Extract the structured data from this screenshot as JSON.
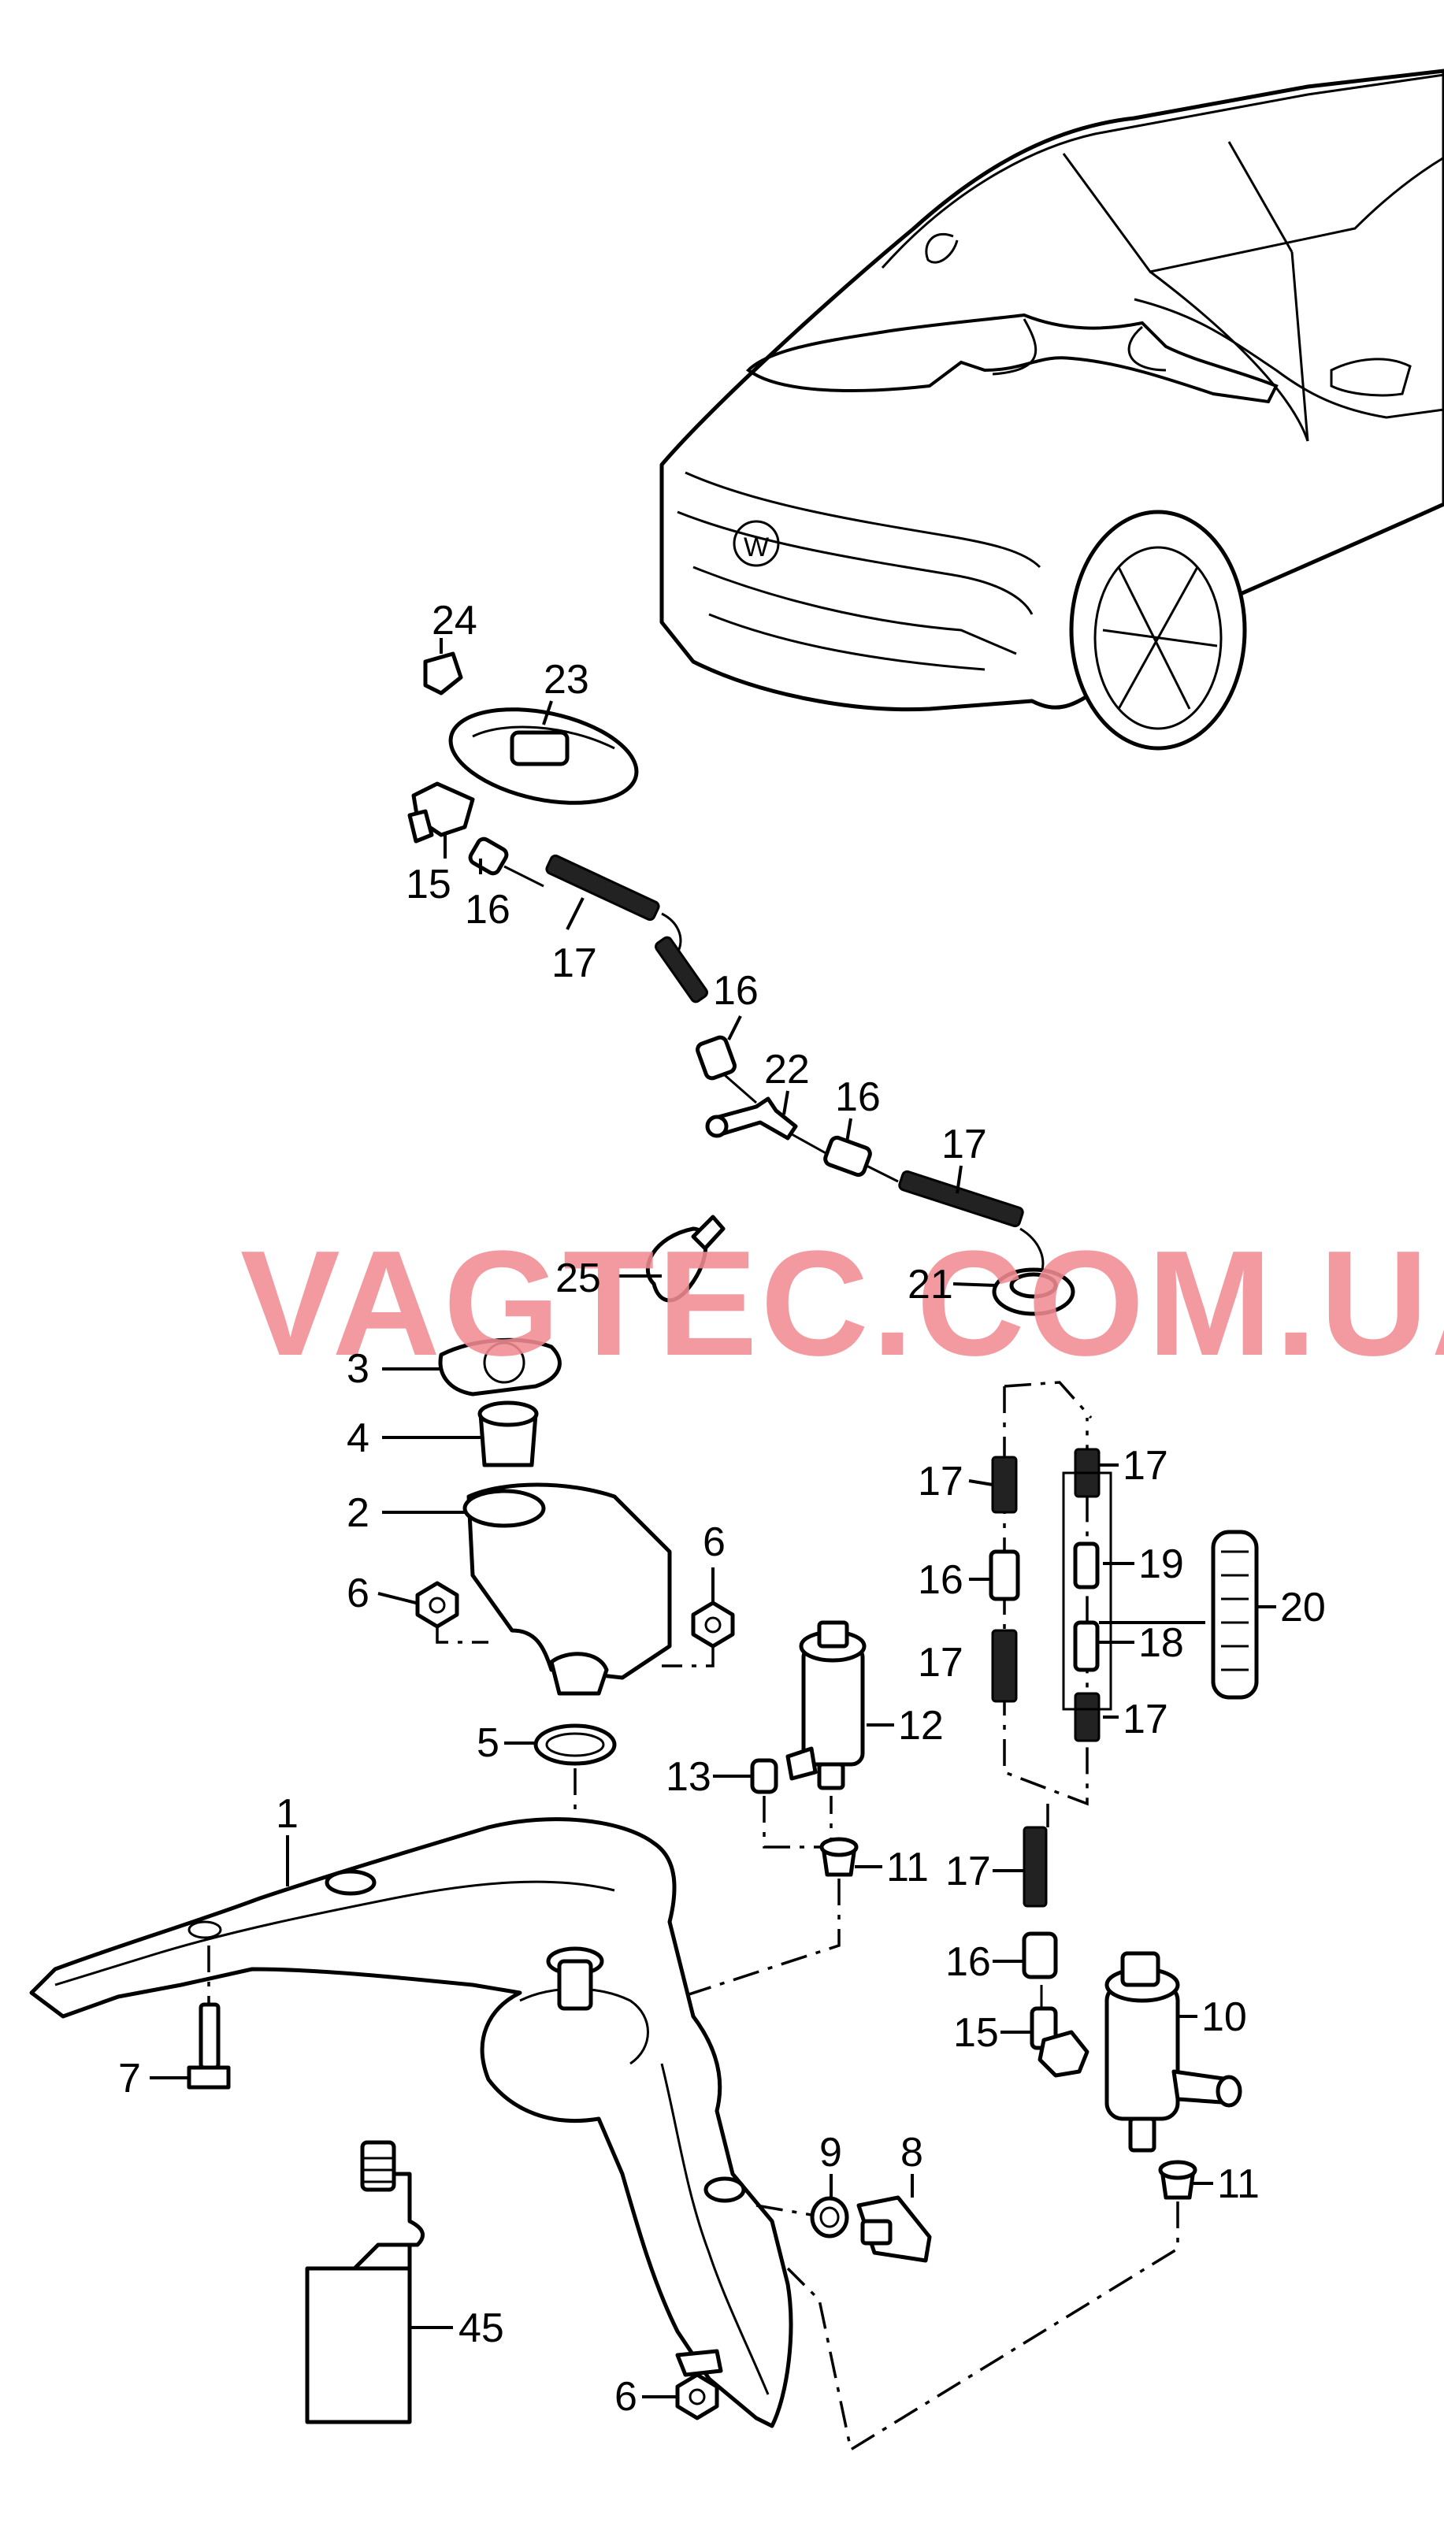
{
  "watermark": "VAGTEC.COM.UA",
  "labels": [
    {
      "id": "l24",
      "text": "24"
    },
    {
      "id": "l23",
      "text": "23"
    },
    {
      "id": "l15a",
      "text": "15"
    },
    {
      "id": "l16a",
      "text": "16"
    },
    {
      "id": "l17a",
      "text": "17"
    },
    {
      "id": "l16b",
      "text": "16"
    },
    {
      "id": "l22",
      "text": "22"
    },
    {
      "id": "l16c",
      "text": "16"
    },
    {
      "id": "l17b",
      "text": "17"
    },
    {
      "id": "l25",
      "text": "25"
    },
    {
      "id": "l21",
      "text": "21"
    },
    {
      "id": "l3",
      "text": "3"
    },
    {
      "id": "l4",
      "text": "4"
    },
    {
      "id": "l2",
      "text": "2"
    },
    {
      "id": "l6a",
      "text": "6"
    },
    {
      "id": "l6b",
      "text": "6"
    },
    {
      "id": "l17c",
      "text": "17"
    },
    {
      "id": "l17d",
      "text": "17"
    },
    {
      "id": "l16d",
      "text": "16"
    },
    {
      "id": "l19",
      "text": "19"
    },
    {
      "id": "l20",
      "text": "20"
    },
    {
      "id": "l17e",
      "text": "17"
    },
    {
      "id": "l18",
      "text": "18"
    },
    {
      "id": "l12",
      "text": "12"
    },
    {
      "id": "l5",
      "text": "5"
    },
    {
      "id": "l13",
      "text": "13"
    },
    {
      "id": "l17f",
      "text": "17"
    },
    {
      "id": "l1",
      "text": "1"
    },
    {
      "id": "l11a",
      "text": "11"
    },
    {
      "id": "l17g",
      "text": "17"
    },
    {
      "id": "l16e",
      "text": "16"
    },
    {
      "id": "l10",
      "text": "10"
    },
    {
      "id": "l15b",
      "text": "15"
    },
    {
      "id": "l7",
      "text": "7"
    },
    {
      "id": "l11b",
      "text": "11"
    },
    {
      "id": "l9",
      "text": "9"
    },
    {
      "id": "l8",
      "text": "8"
    },
    {
      "id": "l45",
      "text": "45"
    },
    {
      "id": "l6c",
      "text": "6"
    }
  ]
}
